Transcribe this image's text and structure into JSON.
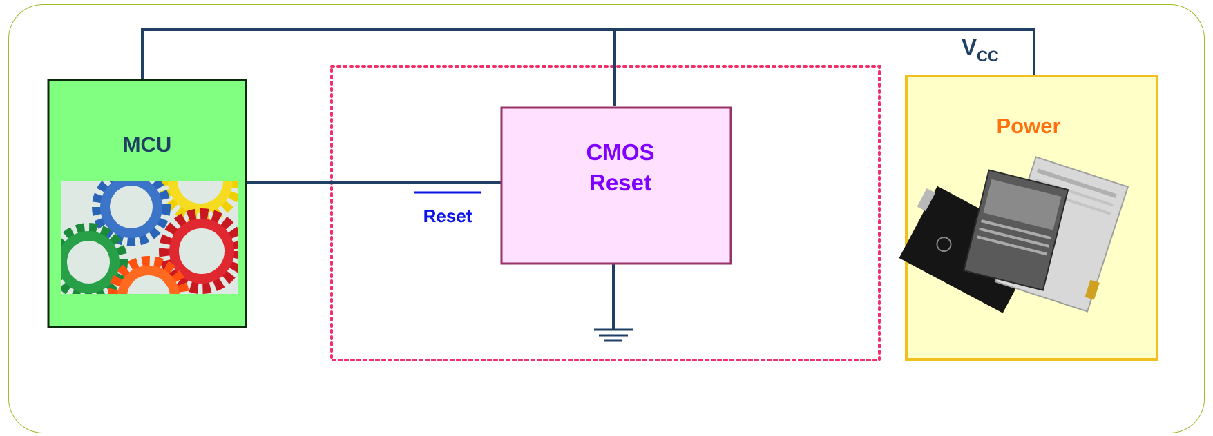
{
  "mcu": {
    "label": "MCU"
  },
  "cmos": {
    "line1": "CMOS",
    "line2": "Reset"
  },
  "reset_signal": {
    "label": "Reset"
  },
  "power": {
    "label": "Power"
  },
  "vcc": {
    "main": "V",
    "sub": "CC"
  },
  "colors": {
    "wire": "#1f3f63",
    "mcu_fill": "#80ff80",
    "cmos_fill": "#ffe0ff",
    "cmos_border": "#993366",
    "cmos_text": "#7f00ff",
    "power_fill": "#ffffc8",
    "power_border": "#f0c020",
    "power_text": "#ff7010",
    "dashed_box": "#f0306a",
    "reset_text": "#0a14e6"
  }
}
